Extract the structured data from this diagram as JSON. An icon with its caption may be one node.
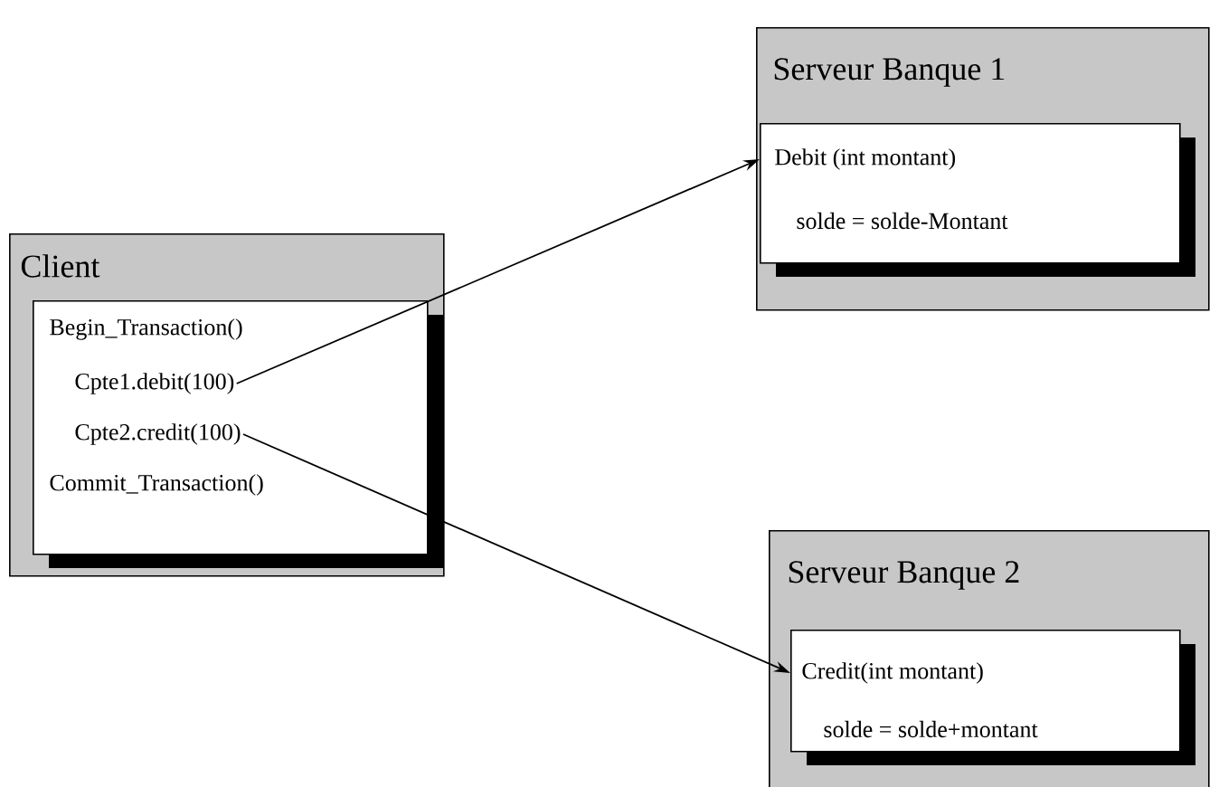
{
  "diagram": {
    "nodes": [
      {
        "text": [
          "Client"
        ]
      },
      {
        "text": [
          "Begin_Transaction()",
          "Commit_Transaction()"
        ],
        "in": 0
      },
      {
        "text": [
          "Cpte1.debit(100)"
        ],
        "in": 1
      },
      {
        "text": [
          "Cpte2.credit(100)"
        ],
        "in": 1
      },
      {
        "text": [
          "Serveur Banque 1"
        ]
      },
      {
        "text": [
          "Debit (int montant)",
          "solde = solde-Montant"
        ],
        "in": 4
      },
      {
        "text": [
          "Serveur Banque 2"
        ]
      },
      {
        "text": [
          "Credit(int montant)",
          "solde = solde+montant"
        ],
        "in": 6
      }
    ],
    "edges": [
      {
        "from": 2,
        "to": 5,
        "arrow": "to"
      },
      {
        "from": 3,
        "to": 7,
        "arrow": "to"
      }
    ]
  }
}
